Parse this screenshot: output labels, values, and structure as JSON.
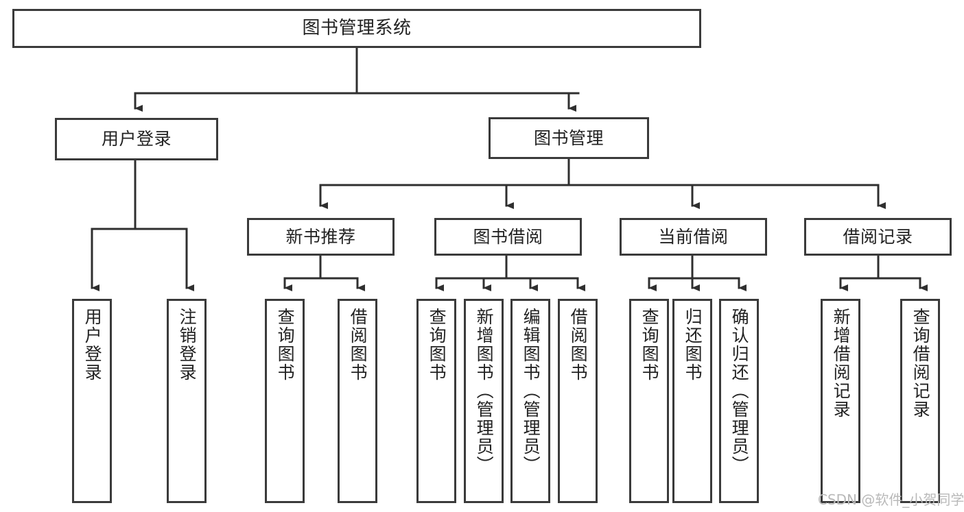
{
  "diagram": {
    "type": "tree",
    "title": "图书管理系统",
    "root": {
      "id": "root",
      "label": "图书管理系统"
    },
    "level1": [
      {
        "id": "user-login",
        "label": "用户登录"
      },
      {
        "id": "book-manage",
        "label": "图书管理"
      }
    ],
    "level2": [
      {
        "id": "new-book-recommend",
        "label": "新书推荐"
      },
      {
        "id": "book-borrow",
        "label": "图书借阅"
      },
      {
        "id": "current-borrow",
        "label": "当前借阅"
      },
      {
        "id": "borrow-record",
        "label": "借阅记录"
      }
    ],
    "leaves": {
      "user_login": [
        {
          "id": "leaf-user-login",
          "label": "用户登录"
        },
        {
          "id": "leaf-logout-login",
          "label": "注销登录"
        }
      ],
      "new_book_recommend": [
        {
          "id": "leaf-query-book-1",
          "label": "查询图书"
        },
        {
          "id": "leaf-borrow-book-1",
          "label": "借阅图书"
        }
      ],
      "book_borrow": [
        {
          "id": "leaf-query-book-2",
          "label": "查询图书"
        },
        {
          "id": "leaf-add-book",
          "label": "新增图书（管理员）"
        },
        {
          "id": "leaf-edit-book",
          "label": "编辑图书（管理员）"
        },
        {
          "id": "leaf-borrow-book-2",
          "label": "借阅图书"
        }
      ],
      "current_borrow": [
        {
          "id": "leaf-query-book-3",
          "label": "查询图书"
        },
        {
          "id": "leaf-return-book",
          "label": "归还图书"
        },
        {
          "id": "leaf-confirm-return",
          "label": "确认归还（管理员）"
        }
      ],
      "borrow_record": [
        {
          "id": "leaf-add-record",
          "label": "新增借阅记录"
        },
        {
          "id": "leaf-query-record",
          "label": "查询借阅记录"
        }
      ]
    }
  },
  "watermark": {
    "text": "CSDN @软件_小贺同学"
  },
  "colors": {
    "border": "#3a3a3a",
    "background": "#ffffff",
    "text": "#222222",
    "watermark": "#b9b9b9"
  }
}
